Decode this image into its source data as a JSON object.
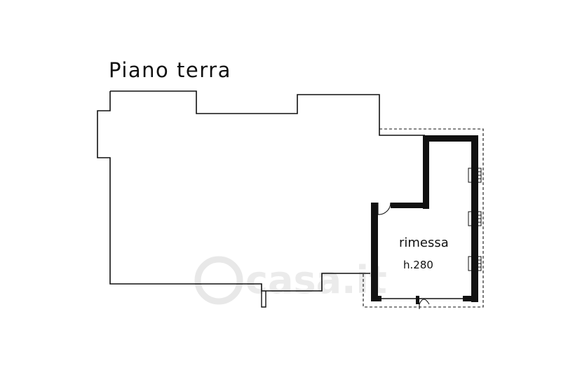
{
  "floor_title": "Piano terra",
  "room": {
    "name": "rimessa",
    "height": "h.280"
  },
  "watermark": "casa.it",
  "colors": {
    "ink": "#111111",
    "watermark": "#d9d9d9"
  }
}
